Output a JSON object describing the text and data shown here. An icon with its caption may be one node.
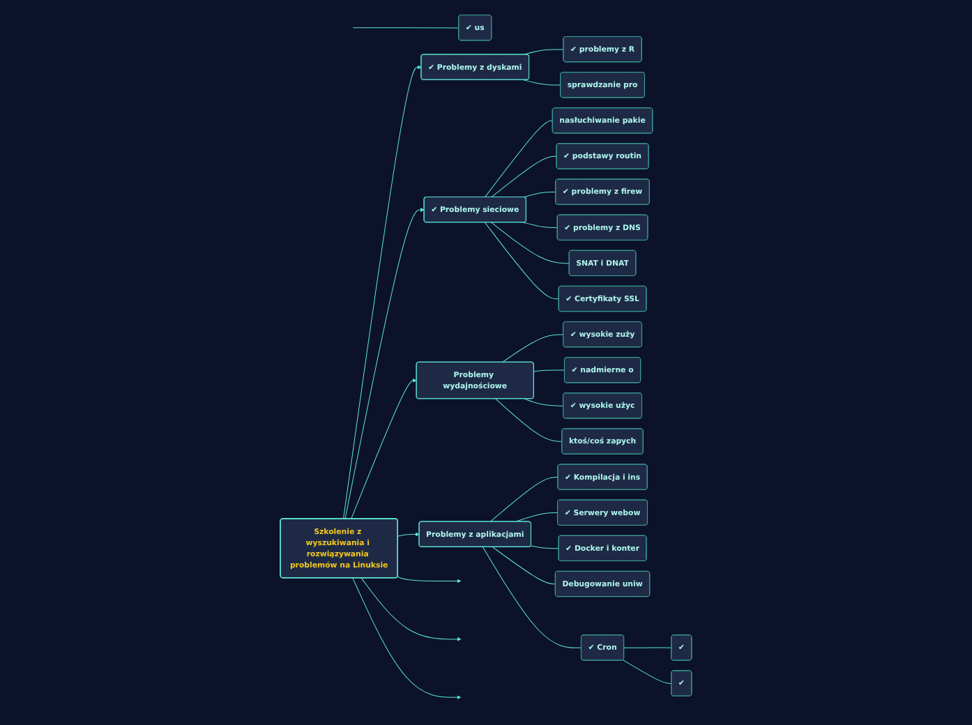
{
  "diagram": {
    "nodes": [
      {
        "text": [
          "✔ us"
        ]
      },
      {
        "text": [
          "Szkolenie z wyszukiwania i rozwiązywania problemów na Linuksie"
        ]
      },
      {
        "text": [
          "✔ Problemy z dyskami"
        ]
      },
      {
        "text": [
          "✔ problemy z R"
        ]
      },
      {
        "text": [
          "sprawdzanie pro"
        ]
      },
      {
        "text": [
          "✔ Problemy sieciowe"
        ]
      },
      {
        "text": [
          "nasłuchiwanie pakie"
        ]
      },
      {
        "text": [
          "✔ podstawy routin"
        ]
      },
      {
        "text": [
          "✔ problemy z firew"
        ]
      },
      {
        "text": [
          "✔ problemy z DNS"
        ]
      },
      {
        "text": [
          "SNAT i DNAT"
        ]
      },
      {
        "text": [
          "✔ Certyfikaty SSL"
        ]
      },
      {
        "text": [
          "Problemy wydajnościowe"
        ]
      },
      {
        "text": [
          "✔ wysokie zuży"
        ]
      },
      {
        "text": [
          "✔ nadmierne o"
        ]
      },
      {
        "text": [
          "✔ wysokie użyc"
        ]
      },
      {
        "text": [
          "ktoś/coś zapych"
        ]
      },
      {
        "text": [
          "Problemy z aplikacjami"
        ]
      },
      {
        "text": [
          "✔ Kompilacja i ins"
        ]
      },
      {
        "text": [
          "✔ Serwery webow"
        ]
      },
      {
        "text": [
          "✔ Docker i konter"
        ]
      },
      {
        "text": [
          "Debugowanie uniw"
        ]
      },
      {
        "text": [
          "✔ Cron"
        ]
      },
      {
        "text": [
          "✔"
        ]
      },
      {
        "text": [
          "✔"
        ]
      }
    ],
    "edges": [
      {
        "from": null,
        "to": 0,
        "arrow": "none"
      },
      {
        "from": 1,
        "to": null,
        "arrow": "to"
      },
      {
        "from": 1,
        "to": null,
        "arrow": "to"
      },
      {
        "from": 1,
        "to": 2,
        "arrow": "to"
      },
      {
        "from": 2,
        "to": 3,
        "arrow": "none"
      },
      {
        "from": 2,
        "to": 4,
        "arrow": "none"
      },
      {
        "from": 1,
        "to": 5,
        "arrow": "to"
      },
      {
        "from": 5,
        "to": 6,
        "arrow": "none"
      },
      {
        "from": 5,
        "to": 7,
        "arrow": "none"
      },
      {
        "from": 5,
        "to": 8,
        "arrow": "none"
      },
      {
        "from": 5,
        "to": 9,
        "arrow": "none"
      },
      {
        "from": 5,
        "to": 10,
        "arrow": "none"
      },
      {
        "from": 5,
        "to": 11,
        "arrow": "none"
      },
      {
        "from": 1,
        "to": 12,
        "arrow": "to"
      },
      {
        "from": 12,
        "to": 13,
        "arrow": "none"
      },
      {
        "from": 12,
        "to": 14,
        "arrow": "none"
      },
      {
        "from": 12,
        "to": 15,
        "arrow": "none"
      },
      {
        "from": 12,
        "to": 16,
        "arrow": "none"
      },
      {
        "from": 1,
        "to": 17,
        "arrow": "to"
      },
      {
        "from": 17,
        "to": 18,
        "arrow": "none"
      },
      {
        "from": 17,
        "to": 19,
        "arrow": "none"
      },
      {
        "from": 17,
        "to": 20,
        "arrow": "none"
      },
      {
        "from": 17,
        "to": 21,
        "arrow": "none"
      },
      {
        "from": 17,
        "to": 22,
        "arrow": "none"
      },
      {
        "from": 22,
        "to": 23,
        "arrow": "none"
      },
      {
        "from": 22,
        "to": 24,
        "arrow": "none"
      },
      {
        "from": 1,
        "to": null,
        "arrow": "to"
      }
    ]
  }
}
